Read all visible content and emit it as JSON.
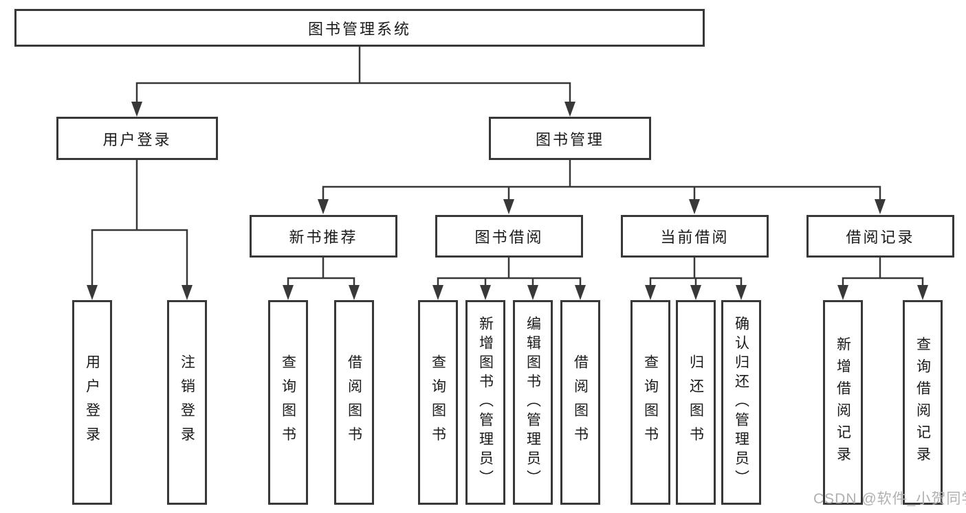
{
  "diagram": {
    "root": {
      "label": "图书管理系统"
    },
    "branches": [
      {
        "label": "用户登录",
        "children": [
          {
            "label": "用户登录"
          },
          {
            "label": "注销登录"
          }
        ]
      },
      {
        "label": "图书管理",
        "sections": [
          {
            "label": "新书推荐",
            "children": [
              {
                "label": "查询图书"
              },
              {
                "label": "借阅图书"
              }
            ]
          },
          {
            "label": "图书借阅",
            "children": [
              {
                "label": "查询图书"
              },
              {
                "label": "新增图书（管理员）"
              },
              {
                "label": "编辑图书（管理员）"
              },
              {
                "label": "借阅图书"
              }
            ]
          },
          {
            "label": "当前借阅",
            "children": [
              {
                "label": "查询图书"
              },
              {
                "label": "归还图书"
              },
              {
                "label": "确认归还（管理员）"
              }
            ]
          },
          {
            "label": "借阅记录",
            "children": [
              {
                "label": "新增借阅记录"
              },
              {
                "label": "查询借阅记录"
              }
            ]
          }
        ]
      }
    ],
    "colors": {
      "line": "#383838",
      "box_border": "#383838",
      "text": "#1a1a1a",
      "watermark": "#b0b0b0",
      "background": "#ffffff"
    }
  },
  "watermark": {
    "text": "CSDN @软件_小贺同学"
  }
}
